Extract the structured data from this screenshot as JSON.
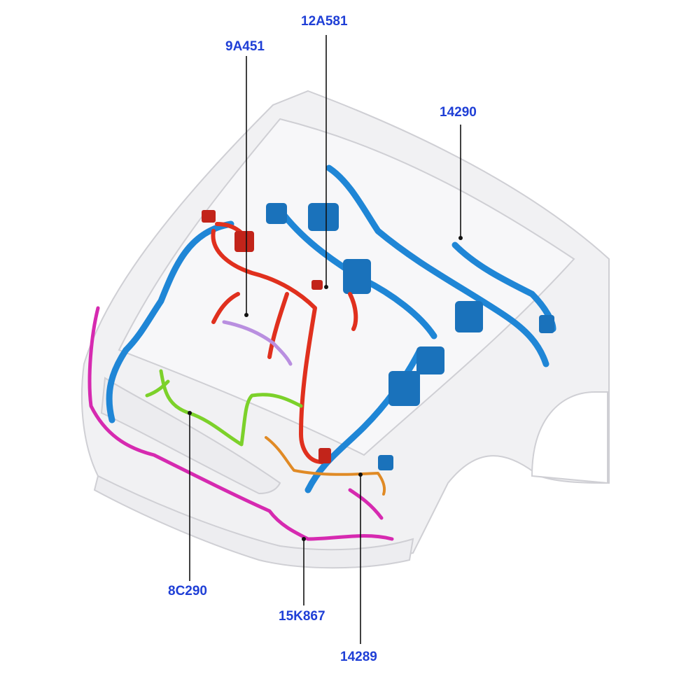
{
  "callouts": {
    "c12A581": "12A581",
    "c9A451": "9A451",
    "c14290": "14290",
    "c8C290": "8C290",
    "c15K867": "15K867",
    "c14289": "14289"
  },
  "colors": {
    "label": "#1f3fd6",
    "harness_main": "#1f86d6",
    "harness_red": "#e0301e",
    "harness_green": "#7cd12a",
    "harness_magenta": "#d62ab0",
    "harness_orange": "#e08a25",
    "harness_lavender": "#b98fe0",
    "body": "#f1f1f3"
  }
}
